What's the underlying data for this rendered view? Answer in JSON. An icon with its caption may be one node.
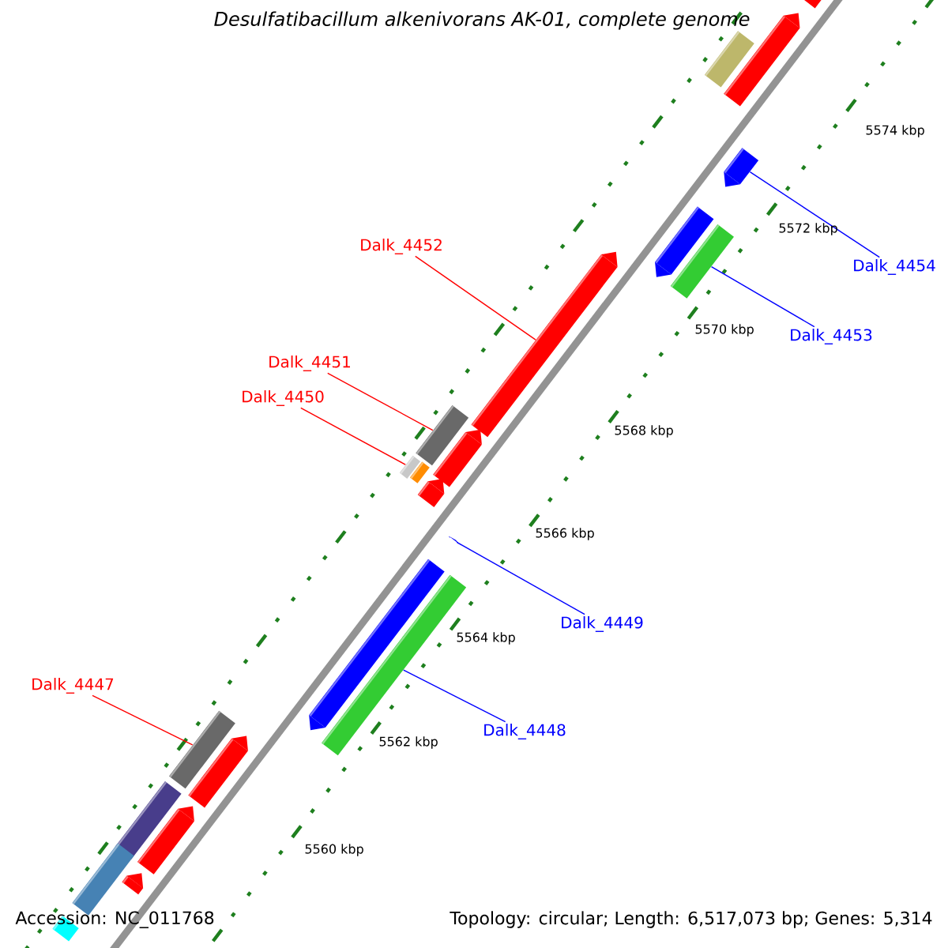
{
  "diagram": {
    "title": "Desulfatibacillum alkenivorans AK-01, complete genome",
    "nodes": [
      {
        "text": [
          "Dalk_4452"
        ]
      },
      {
        "text": [
          "Dalk_4454"
        ]
      },
      {
        "text": [
          "Dalk_4453"
        ]
      },
      {
        "text": [
          "Dalk_4451"
        ]
      },
      {
        "text": [
          "Dalk_4450"
        ]
      },
      {
        "text": [
          "Dalk_4449"
        ]
      },
      {
        "text": [
          "Dalk_4447"
        ]
      },
      {
        "text": [
          "Dalk_4448"
        ]
      },
      {
        "text": [],
        "shape": "bar"
      },
      {
        "text": [],
        "shape": "bar"
      },
      {
        "text": [],
        "shape": "bar"
      },
      {
        "text": [],
        "shape": "bar"
      },
      {
        "text": [],
        "shape": "bar"
      },
      {
        "text": [],
        "shape": "bar"
      },
      {
        "text": [],
        "shape": "bar"
      },
      {
        "text": [],
        "shape": "bar"
      },
      {
        "text": [],
        "shape": "bar"
      },
      {
        "text": [],
        "shape": "bar"
      },
      {
        "text": [],
        "shape": "bar"
      },
      {
        "text": [],
        "shape": "bar"
      },
      {
        "text": [],
        "shape": "bar"
      },
      {
        "text": [],
        "shape": "bar"
      },
      {
        "text": [],
        "shape": "bar"
      },
      {
        "text": [],
        "shape": "bar"
      },
      {
        "text": [],
        "shape": "bar"
      },
      {
        "text": [],
        "shape": "bar"
      },
      {
        "text": [],
        "shape": "bar"
      },
      {
        "text": [],
        "shape": "bar"
      },
      {
        "text": [],
        "shape": "bar"
      },
      {
        "text": [],
        "shape": "bar"
      }
    ],
    "edges": [
      {
        "from": 0,
        "to": 14,
        "arrow": "none",
        "color": "#ff0000"
      },
      {
        "from": 1,
        "to": 11,
        "arrow": "none",
        "color": "#0000ff"
      },
      {
        "from": 2,
        "to": 13,
        "arrow": "none",
        "color": "#0000ff"
      },
      {
        "from": 3,
        "to": 15,
        "arrow": "none",
        "color": "#ff0000"
      },
      {
        "from": 4,
        "to": 17,
        "arrow": "none",
        "color": "#ff0000"
      },
      {
        "from": 5,
        "to": 20,
        "arrow": "none",
        "color": "#0000ff"
      },
      {
        "from": 6,
        "to": 23,
        "arrow": "none",
        "color": "#ff0000"
      },
      {
        "from": 7,
        "to": 22,
        "arrow": "none",
        "color": "#0000ff"
      }
    ],
    "labels": [
      "5574 kbp",
      "5572 kbp",
      "5570 kbp",
      "5568 kbp",
      "5566 kbp",
      "5564 kbp",
      "5562 kbp",
      "5560 kbp",
      "Accession: NC_011768",
      "Topology: circular; Length: 6,517,073 bp; Genes: 5,314"
    ]
  }
}
